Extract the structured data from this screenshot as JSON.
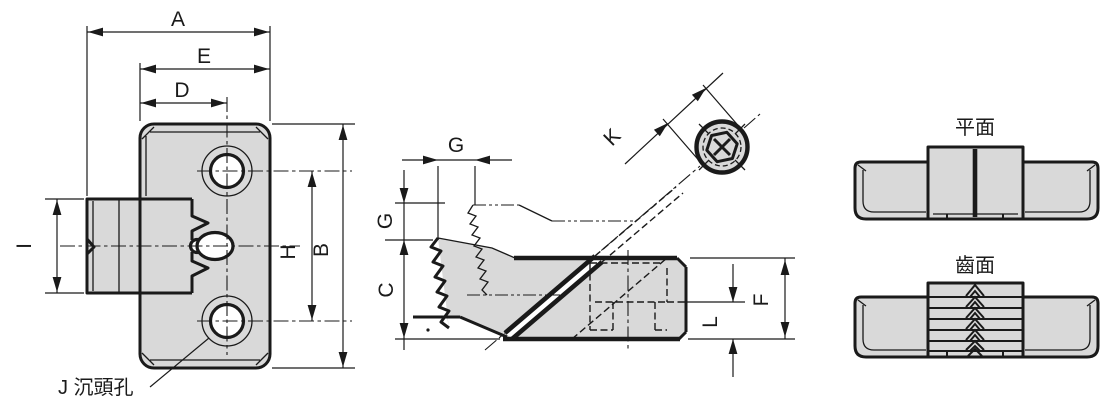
{
  "labels": {
    "dim_a": "A",
    "dim_e": "E",
    "dim_d": "D",
    "dim_i": "I",
    "dim_h": "H",
    "dim_b": "B",
    "counterbore_callout": "J 沉頭孔",
    "dim_g_horizontal": "G",
    "dim_g_vertical": "G",
    "dim_c": "C",
    "dim_k": "K",
    "dim_f": "F",
    "dim_l": "L",
    "flat_face_label": "平面",
    "tooth_face_label": "齒面"
  },
  "colors": {
    "part_fill": "#d9d9d9",
    "line_color": "#1a1a1a",
    "background": "#ffffff"
  }
}
